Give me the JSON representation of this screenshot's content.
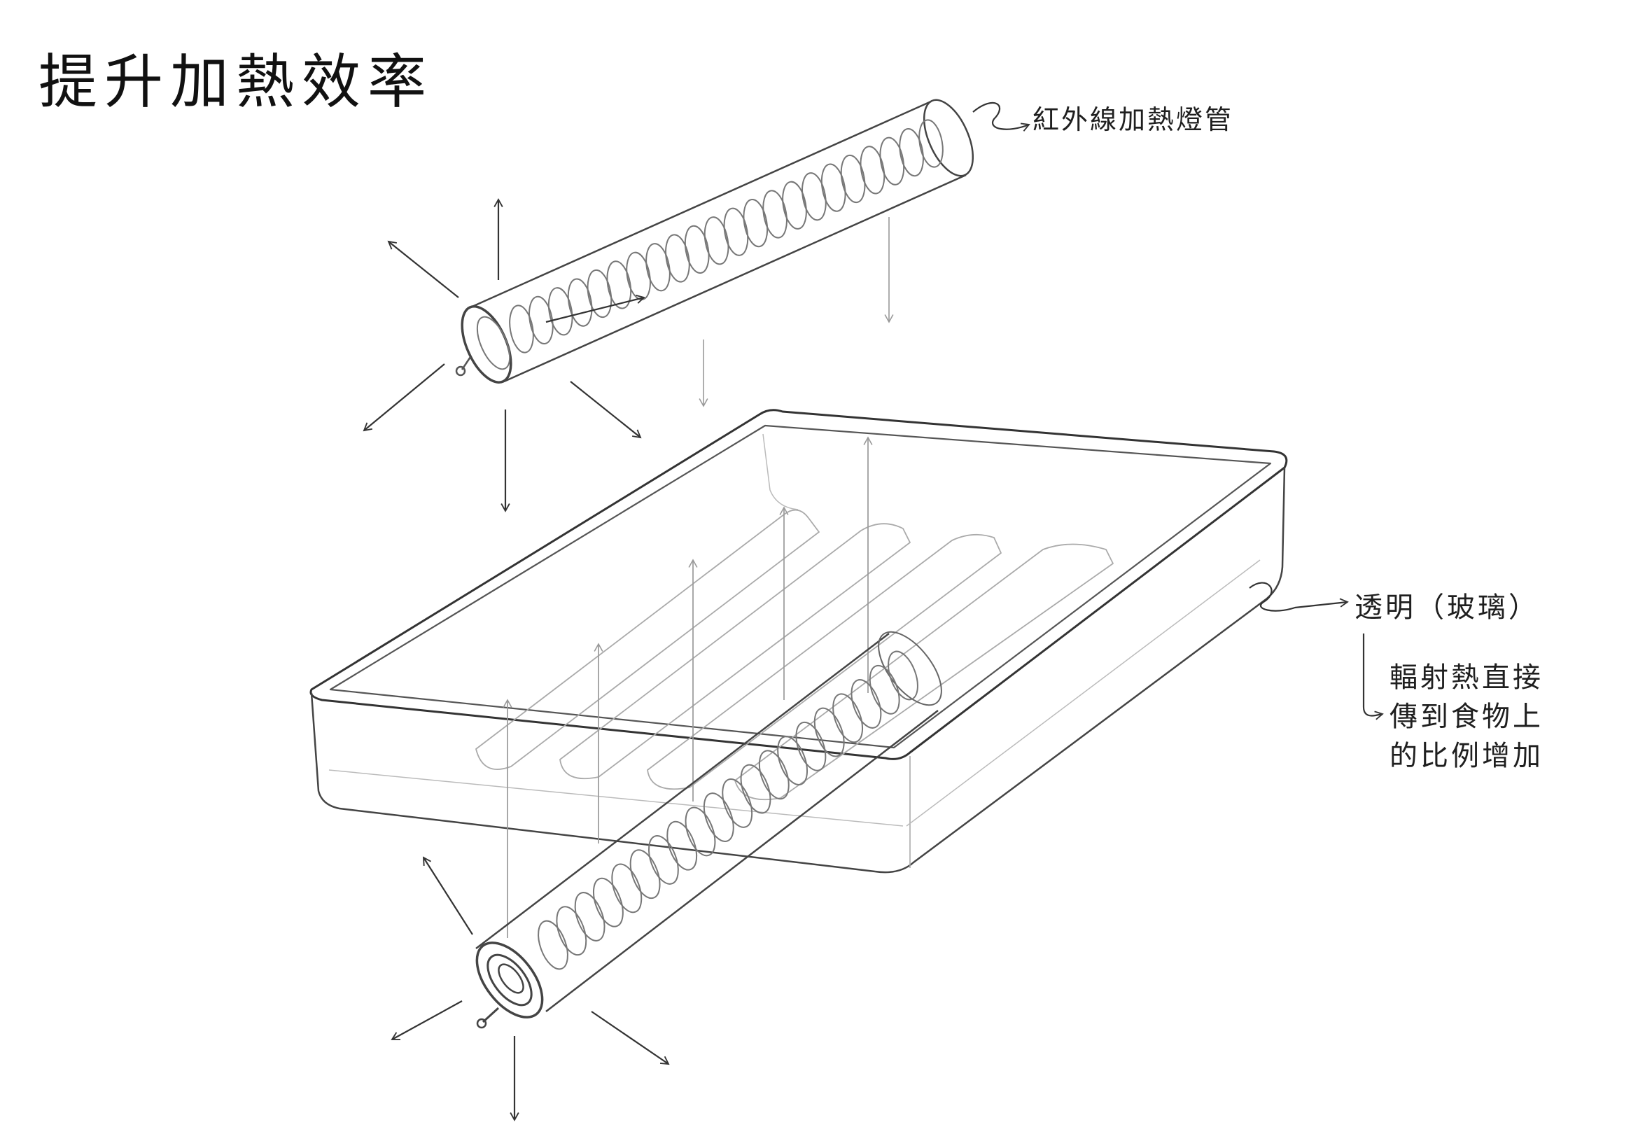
{
  "diagram": {
    "title": "提升加熱效率",
    "labels": {
      "heating_tube": "紅外線加熱燈管",
      "transparent_glass": "透明（玻璃）",
      "radiant_heat_note": [
        "輻射熱直接",
        "傳到食物上",
        "的比例增加"
      ]
    },
    "palette": {
      "ink": "#1a1a1a",
      "pencil": "#555555",
      "faint": "#9a9a9a"
    },
    "icons": {
      "heat_arrow": "radiating-arrow",
      "leader": "squiggle-leader-arrow"
    }
  }
}
